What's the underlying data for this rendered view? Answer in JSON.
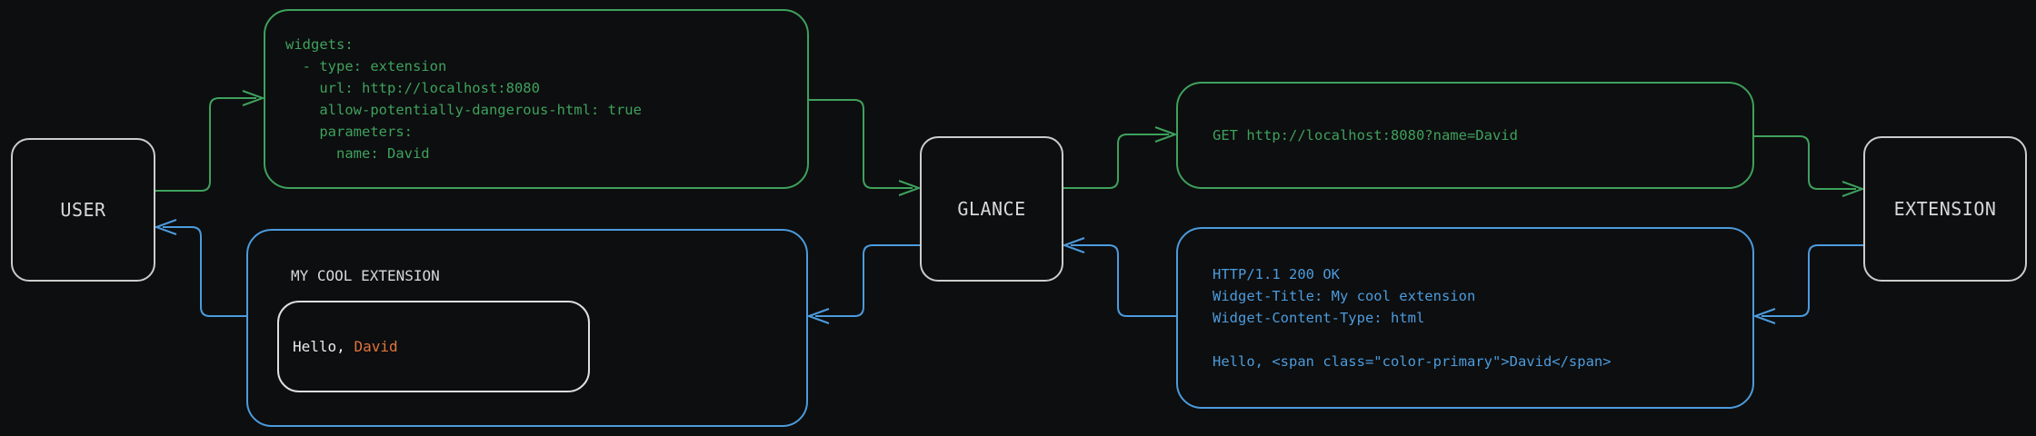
{
  "colors": {
    "bg": "#0d0e0f",
    "green": "#3ea15d",
    "blue": "#4c9bdd",
    "orange": "#e0743b",
    "node-border": "#cccccc",
    "text-light": "#d8d8d8",
    "inner-border": "#dedede"
  },
  "nodes": {
    "user": {
      "label": "USER"
    },
    "glance": {
      "label": "GLANCE"
    },
    "extension": {
      "label": "EXTENSION"
    }
  },
  "config_box": {
    "lines": [
      "widgets:",
      "  - type: extension",
      "    url: http://localhost:8080",
      "    allow-potentially-dangerous-html: true",
      "    parameters:",
      "      name: David"
    ]
  },
  "request_box": {
    "text": "GET http://localhost:8080?name=David"
  },
  "response_box": {
    "lines": [
      "HTTP/1.1 200 OK",
      "Widget-Title: My cool extension",
      "Widget-Content-Type: html",
      "",
      "Hello, <span class=\"color-primary\">David</span>"
    ]
  },
  "widget_box": {
    "title": "MY COOL EXTENSION",
    "greeting_prefix": "Hello, ",
    "greeting_name": "David"
  }
}
